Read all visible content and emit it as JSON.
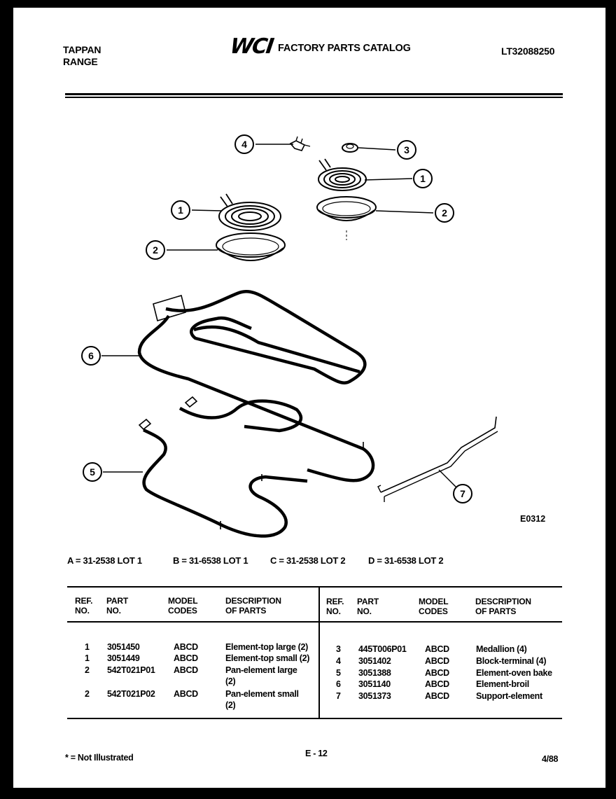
{
  "header": {
    "brand": "TAPPAN",
    "product": "RANGE",
    "logo_text": "WCI",
    "catalog_title": "FACTORY PARTS CATALOG",
    "model_number": "LT32088250"
  },
  "diagram": {
    "code": "E0312",
    "callouts": [
      "4",
      "3",
      "1",
      "1",
      "2",
      "2",
      "6",
      "5",
      "7"
    ]
  },
  "model_codes": [
    "A = 31-2538 LOT 1",
    "B = 31-6538 LOT 1",
    "C = 31-2538 LOT 2",
    "D = 31-6538 LOT 2"
  ],
  "table": {
    "headers": {
      "ref": [
        "REF.",
        "NO."
      ],
      "part": [
        "PART",
        "NO."
      ],
      "model": [
        "MODEL",
        "CODES"
      ],
      "desc": [
        "DESCRIPTION",
        "OF PARTS"
      ]
    },
    "left_rows": [
      {
        "ref": "1",
        "part": "3051450",
        "model": "ABCD",
        "desc": "Element-top large (2)"
      },
      {
        "ref": "1",
        "part": "3051449",
        "model": "ABCD",
        "desc": "Element-top small (2)"
      },
      {
        "ref": "2",
        "part": "542T021P01",
        "model": "ABCD",
        "desc": "Pan-element large\n(2)"
      },
      {
        "ref": "2",
        "part": "542T021P02",
        "model": "ABCD",
        "desc": "Pan-element small\n(2)"
      }
    ],
    "right_rows": [
      {
        "ref": "3",
        "part": "445T006P01",
        "model": "ABCD",
        "desc": "Medallion (4)"
      },
      {
        "ref": "4",
        "part": "3051402",
        "model": "ABCD",
        "desc": "Block-terminal (4)"
      },
      {
        "ref": "5",
        "part": "3051388",
        "model": "ABCD",
        "desc": "Element-oven bake"
      },
      {
        "ref": "6",
        "part": "3051140",
        "model": "ABCD",
        "desc": "Element-broil"
      },
      {
        "ref": "7",
        "part": "3051373",
        "model": "ABCD",
        "desc": "Support-element"
      }
    ]
  },
  "footer": {
    "note": "* = Not Illustrated",
    "page": "E - 12",
    "date": "4/88"
  }
}
